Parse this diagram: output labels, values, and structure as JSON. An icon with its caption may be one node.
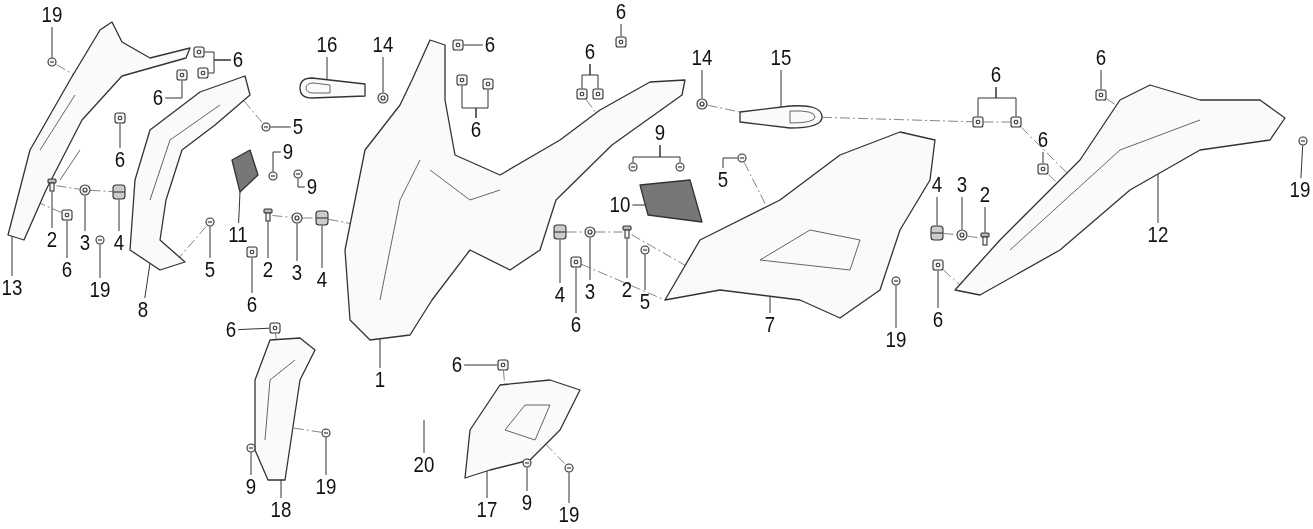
{
  "diagram": {
    "nodes": [
      {
        "text": [
          "19"
        ]
      },
      {
        "text": [
          "6"
        ]
      },
      {
        "text": [
          "6"
        ]
      },
      {
        "text": [
          "14"
        ]
      },
      {
        "text": [
          "16"
        ]
      },
      {
        "text": [
          "6"
        ]
      },
      {
        "text": [
          "6"
        ]
      },
      {
        "text": [
          "5"
        ]
      },
      {
        "text": [
          "6"
        ]
      },
      {
        "text": [
          "9"
        ]
      },
      {
        "text": [
          "9"
        ]
      },
      {
        "text": [
          "13"
        ]
      },
      {
        "text": [
          "2"
        ]
      },
      {
        "text": [
          "6"
        ]
      },
      {
        "text": [
          "3"
        ]
      },
      {
        "text": [
          "4"
        ]
      },
      {
        "text": [
          "19"
        ]
      },
      {
        "text": [
          "11"
        ]
      },
      {
        "text": [
          "5"
        ]
      },
      {
        "text": [
          "8"
        ]
      },
      {
        "text": [
          "2"
        ]
      },
      {
        "text": [
          "3"
        ]
      },
      {
        "text": [
          "4"
        ]
      },
      {
        "text": [
          "6"
        ]
      },
      {
        "text": [
          "6"
        ]
      },
      {
        "text": [
          "6"
        ]
      },
      {
        "text": [
          "14"
        ]
      },
      {
        "text": [
          "15"
        ]
      },
      {
        "text": [
          "9"
        ]
      },
      {
        "text": [
          "10"
        ]
      },
      {
        "text": [
          "5"
        ]
      },
      {
        "text": [
          "4"
        ]
      },
      {
        "text": [
          "6"
        ]
      },
      {
        "text": [
          "3"
        ]
      },
      {
        "text": [
          "2"
        ]
      },
      {
        "text": [
          "5"
        ]
      },
      {
        "text": [
          "7"
        ]
      },
      {
        "text": [
          "6"
        ]
      },
      {
        "text": [
          "6"
        ]
      },
      {
        "text": [
          "6"
        ]
      },
      {
        "text": [
          "19"
        ]
      },
      {
        "text": [
          "12"
        ]
      },
      {
        "text": [
          "4"
        ]
      },
      {
        "text": [
          "3"
        ]
      },
      {
        "text": [
          "2"
        ]
      },
      {
        "text": [
          "6"
        ]
      },
      {
        "text": [
          "19"
        ]
      },
      {
        "text": [
          "6"
        ]
      },
      {
        "text": [
          "1"
        ]
      },
      {
        "text": [
          "20"
        ]
      },
      {
        "text": [
          "6"
        ]
      },
      {
        "text": [
          "9"
        ]
      },
      {
        "text": [
          "18"
        ]
      },
      {
        "text": [
          "19"
        ]
      },
      {
        "text": [
          "17"
        ]
      },
      {
        "text": [
          "9"
        ]
      },
      {
        "text": [
          "19"
        ]
      },
      {
        "text": [],
        "shape": "picture"
      },
      {
        "text": [],
        "shape": "picture"
      },
      {
        "text": [],
        "shape": "picture"
      },
      {
        "text": [],
        "shape": "picture"
      },
      {
        "text": [],
        "shape": "picture"
      },
      {
        "text": [],
        "shape": "picture"
      },
      {
        "text": [],
        "shape": "picture"
      },
      {
        "text": [],
        "shape": "picture"
      },
      {
        "text": [],
        "shape": "picture"
      },
      {
        "text": [],
        "shape": "picture"
      },
      {
        "text": [],
        "shape": "picture"
      },
      {
        "text": [],
        "shape": "picture"
      },
      {
        "text": [],
        "shape": "picture"
      },
      {
        "text": [],
        "shape": "picture"
      },
      {
        "text": [],
        "shape": "picture"
      },
      {
        "text": [],
        "shape": "picture"
      },
      {
        "text": [],
        "shape": "picture"
      },
      {
        "text": [],
        "shape": "picture"
      },
      {
        "text": [],
        "shape": "picture"
      },
      {
        "text": [],
        "shape": "picture"
      },
      {
        "text": [],
        "shape": "picture"
      },
      {
        "text": [],
        "shape": "picture"
      },
      {
        "text": [],
        "shape": "picture"
      },
      {
        "text": [],
        "shape": "picture"
      },
      {
        "text": [],
        "shape": "picture"
      },
      {
        "text": [],
        "shape": "picture"
      },
      {
        "text": [],
        "shape": "picture"
      },
      {
        "text": [],
        "shape": "picture"
      },
      {
        "text": [],
        "shape": "picture"
      },
      {
        "text": [],
        "shape": "picture"
      },
      {
        "text": [],
        "shape": "picture"
      },
      {
        "text": [],
        "shape": "picture"
      },
      {
        "text": [],
        "shape": "picture"
      },
      {
        "text": [],
        "shape": "picture"
      },
      {
        "text": [],
        "shape": "picture"
      },
      {
        "text": [],
        "shape": "picture"
      },
      {
        "text": [],
        "shape": "picture"
      },
      {
        "text": [],
        "shape": "picture"
      },
      {
        "text": [],
        "shape": "picture"
      },
      {
        "text": [],
        "shape": "picture"
      },
      {
        "text": [],
        "shape": "picture"
      },
      {
        "text": [],
        "shape": "picture"
      },
      {
        "text": [],
        "shape": "picture"
      },
      {
        "text": [],
        "shape": "picture"
      },
      {
        "text": [],
        "shape": "picture"
      },
      {
        "text": [],
        "shape": "picture"
      },
      {
        "text": [],
        "shape": "picture"
      },
      {
        "text": [],
        "shape": "picture"
      },
      {
        "text": [],
        "shape": "picture"
      },
      {
        "text": [],
        "shape": "picture"
      },
      {
        "text": [],
        "shape": "picture"
      },
      {
        "text": [],
        "shape": "picture"
      },
      {
        "text": [],
        "shape": "picture"
      },
      {
        "text": [],
        "shape": "picture"
      },
      {
        "text": [],
        "shape": "picture"
      },
      {
        "text": [],
        "shape": "picture"
      },
      {
        "text": [],
        "shape": "picture"
      },
      {
        "text": [],
        "shape": "picture"
      },
      {
        "text": [],
        "shape": "picture"
      },
      {
        "text": [],
        "shape": "picture"
      },
      {
        "text": [],
        "shape": "picture"
      }
    ],
    "edges": [
      {
        "from": 0,
        "to": 68,
        "arrow": "none"
      },
      {
        "from": 1,
        "to": 69,
        "arrow": "none"
      },
      {
        "from": 1,
        "to": 70,
        "arrow": "none"
      },
      {
        "from": 2,
        "to": 71,
        "arrow": "none"
      },
      {
        "from": 3,
        "to": 72,
        "arrow": "none"
      },
      {
        "from": 4,
        "to": 64,
        "arrow": "none"
      },
      {
        "from": 5,
        "to": 73,
        "arrow": "none"
      },
      {
        "from": 6,
        "to": 74,
        "arrow": "none"
      },
      {
        "from": 6,
        "to": 75,
        "arrow": "none"
      },
      {
        "from": 7,
        "to": 76,
        "arrow": "none"
      },
      {
        "from": 8,
        "to": 77,
        "arrow": "none"
      },
      {
        "from": 9,
        "to": 78,
        "arrow": "none"
      },
      {
        "from": 10,
        "to": 79,
        "arrow": "none"
      },
      {
        "from": 11,
        "to": 57,
        "arrow": "none"
      },
      {
        "from": 12,
        "to": 80,
        "arrow": "none"
      },
      {
        "from": 13,
        "to": 81,
        "arrow": "none"
      },
      {
        "from": 14,
        "to": 82,
        "arrow": "none"
      },
      {
        "from": 15,
        "to": 83,
        "arrow": "none"
      },
      {
        "from": 16,
        "to": 84,
        "arrow": "none"
      },
      {
        "from": 17,
        "to": 66,
        "arrow": "none"
      },
      {
        "from": 18,
        "to": 85,
        "arrow": "none"
      },
      {
        "from": 19,
        "to": 58,
        "arrow": "none"
      },
      {
        "from": 20,
        "to": 86,
        "arrow": "none"
      },
      {
        "from": 21,
        "to": 87,
        "arrow": "none"
      },
      {
        "from": 22,
        "to": 88,
        "arrow": "none"
      },
      {
        "from": 23,
        "to": 89,
        "arrow": "none"
      },
      {
        "from": 24,
        "to": 90,
        "arrow": "none"
      },
      {
        "from": 25,
        "to": 91,
        "arrow": "none"
      },
      {
        "from": 25,
        "to": 92,
        "arrow": "none"
      },
      {
        "from": 26,
        "to": 93,
        "arrow": "none"
      },
      {
        "from": 27,
        "to": 65,
        "arrow": "none"
      },
      {
        "from": 28,
        "to": 94,
        "arrow": "none"
      },
      {
        "from": 28,
        "to": 95,
        "arrow": "none"
      },
      {
        "from": 29,
        "to": 67,
        "arrow": "none"
      },
      {
        "from": 30,
        "to": 96,
        "arrow": "none"
      },
      {
        "from": 31,
        "to": 97,
        "arrow": "none"
      },
      {
        "from": 32,
        "to": 98,
        "arrow": "none"
      },
      {
        "from": 33,
        "to": 99,
        "arrow": "none"
      },
      {
        "from": 34,
        "to": 100,
        "arrow": "none"
      },
      {
        "from": 35,
        "to": 101,
        "arrow": "none"
      },
      {
        "from": 36,
        "to": 60,
        "arrow": "none"
      },
      {
        "from": 37,
        "to": 102,
        "arrow": "none"
      },
      {
        "from": 37,
        "to": 103,
        "arrow": "none"
      },
      {
        "from": 38,
        "to": 104,
        "arrow": "none"
      },
      {
        "from": 39,
        "to": 105,
        "arrow": "none"
      },
      {
        "from": 40,
        "to": 106,
        "arrow": "none"
      },
      {
        "from": 41,
        "to": 61,
        "arrow": "none"
      },
      {
        "from": 42,
        "to": 107,
        "arrow": "none"
      },
      {
        "from": 43,
        "to": 108,
        "arrow": "none"
      },
      {
        "from": 44,
        "to": 109,
        "arrow": "none"
      },
      {
        "from": 45,
        "to": 110,
        "arrow": "none"
      },
      {
        "from": 46,
        "to": 111,
        "arrow": "none"
      },
      {
        "from": 47,
        "to": 112,
        "arrow": "none"
      },
      {
        "from": 48,
        "to": 59,
        "arrow": "none"
      },
      {
        "from": 49,
        "to": null,
        "arrow": "none"
      },
      {
        "from": 50,
        "to": 113,
        "arrow": "none"
      },
      {
        "from": 51,
        "to": 114,
        "arrow": "none"
      },
      {
        "from": 52,
        "to": 62,
        "arrow": "none"
      },
      {
        "from": 53,
        "to": 115,
        "arrow": "none"
      },
      {
        "from": 54,
        "to": 63,
        "arrow": "none"
      },
      {
        "from": 55,
        "to": 116,
        "arrow": "none"
      },
      {
        "from": 56,
        "to": 117,
        "arrow": "none"
      },
      {
        "from": 68,
        "to": 57,
        "arrow": "none",
        "style": "dashed"
      },
      {
        "from": 76,
        "to": 58,
        "arrow": "none",
        "style": "dashed"
      },
      {
        "from": 80,
        "to": 82,
        "arrow": "none",
        "style": "dashed"
      },
      {
        "from": 82,
        "to": 83,
        "arrow": "none",
        "style": "dashed"
      },
      {
        "from": 85,
        "to": 58,
        "arrow": "none",
        "style": "dashed"
      },
      {
        "from": 81,
        "to": 57,
        "arrow": "none",
        "style": "dashed"
      },
      {
        "from": 86,
        "to": 87,
        "arrow": "none",
        "style": "dashed"
      },
      {
        "from": 87,
        "to": 88,
        "arrow": "none",
        "style": "dashed"
      },
      {
        "from": 88,
        "to": 59,
        "arrow": "none",
        "style": "dashed"
      },
      {
        "from": 91,
        "to": 59,
        "arrow": "none",
        "style": "dashed"
      },
      {
        "from": 93,
        "to": 65,
        "arrow": "none",
        "style": "dashed"
      },
      {
        "from": 65,
        "to": 102,
        "arrow": "none",
        "style": "dashed"
      },
      {
        "from": 102,
        "to": 103,
        "arrow": "none",
        "style": "dashed"
      },
      {
        "from": 103,
        "to": 61,
        "arrow": "none",
        "style": "dashed"
      },
      {
        "from": 104,
        "to": 61,
        "arrow": "none",
        "style": "dashed"
      },
      {
        "from": 96,
        "to": 60,
        "arrow": "none",
        "style": "dashed"
      },
      {
        "from": 105,
        "to": 61,
        "arrow": "none",
        "style": "dashed"
      },
      {
        "from": 97,
        "to": 99,
        "arrow": "none",
        "style": "dashed"
      },
      {
        "from": 99,
        "to": 100,
        "arrow": "none",
        "style": "dashed"
      },
      {
        "from": 100,
        "to": 60,
        "arrow": "none",
        "style": "dashed"
      },
      {
        "from": 107,
        "to": 108,
        "arrow": "none",
        "style": "dashed"
      },
      {
        "from": 108,
        "to": 109,
        "arrow": "none",
        "style": "dashed"
      },
      {
        "from": 98,
        "to": 60,
        "arrow": "none",
        "style": "dashed"
      },
      {
        "from": 110,
        "to": 61,
        "arrow": "none",
        "style": "dashed"
      },
      {
        "from": 112,
        "to": 62,
        "arrow": "none",
        "style": "dashed"
      },
      {
        "from": 115,
        "to": 62,
        "arrow": "none",
        "style": "dashed"
      },
      {
        "from": 113,
        "to": 63,
        "arrow": "none",
        "style": "dashed"
      },
      {
        "from": 117,
        "to": 63,
        "arrow": "none",
        "style": "dashed"
      }
    ]
  }
}
